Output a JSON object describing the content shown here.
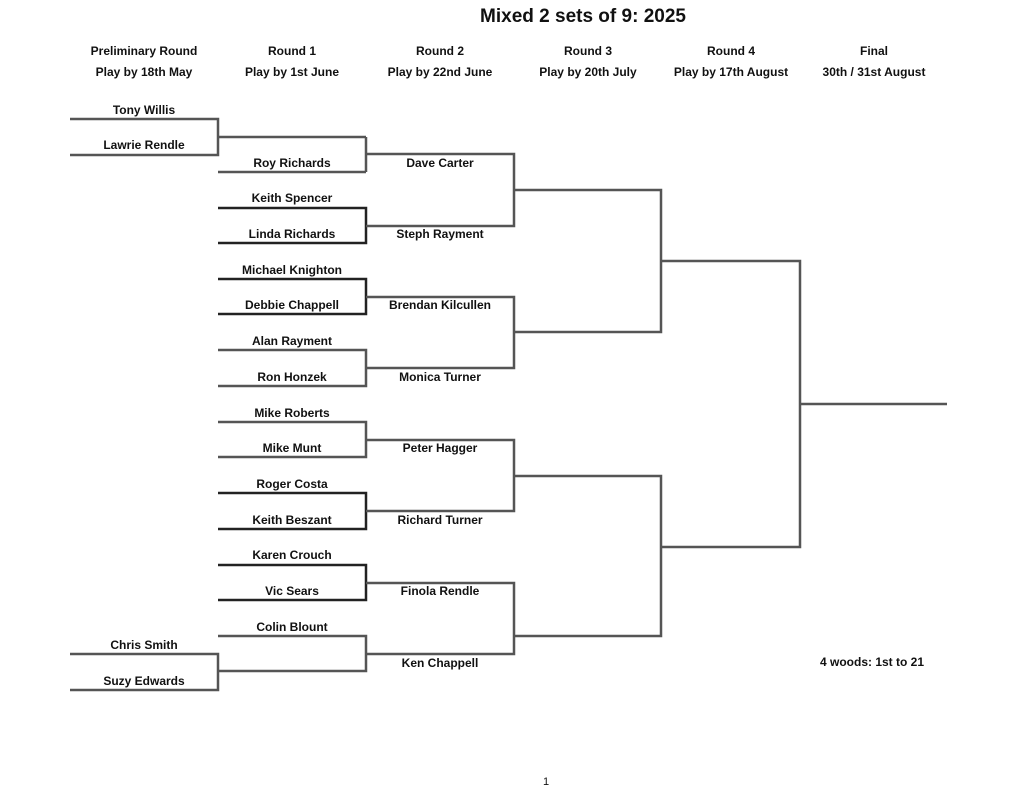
{
  "title": "Mixed 2 sets of 9: 2025",
  "rounds": [
    {
      "name": "Preliminary Round",
      "deadline": "Play by 18th May"
    },
    {
      "name": "Round 1",
      "deadline": "Play by 1st June"
    },
    {
      "name": "Round 2",
      "deadline": "Play by 22nd June"
    },
    {
      "name": "Round 3",
      "deadline": "Play by 20th July"
    },
    {
      "name": "Round 4",
      "deadline": "Play by 17th August"
    },
    {
      "name": "Final",
      "deadline": "30th / 31st August"
    }
  ],
  "preliminary": [
    "Tony Willis",
    "Lawrie Rendle",
    "Chris Smith",
    "Suzy Edwards"
  ],
  "round1": [
    "Roy Richards",
    "Keith Spencer",
    "Linda Richards",
    "Michael Knighton",
    "Debbie Chappell",
    "Alan Rayment",
    "Ron Honzek",
    "Mike Roberts",
    "Mike Munt",
    "Roger Costa",
    "Keith Beszant",
    "Karen Crouch",
    "Vic Sears",
    "Colin Blount"
  ],
  "round2": [
    "Dave Carter",
    "Steph Rayment",
    "Brendan Kilcullen",
    "Monica Turner",
    "Peter Hagger",
    "Richard Turner",
    "Finola Rendle",
    "Ken Chappell"
  ],
  "note": "4 woods: 1st to 21",
  "page_number": "1"
}
